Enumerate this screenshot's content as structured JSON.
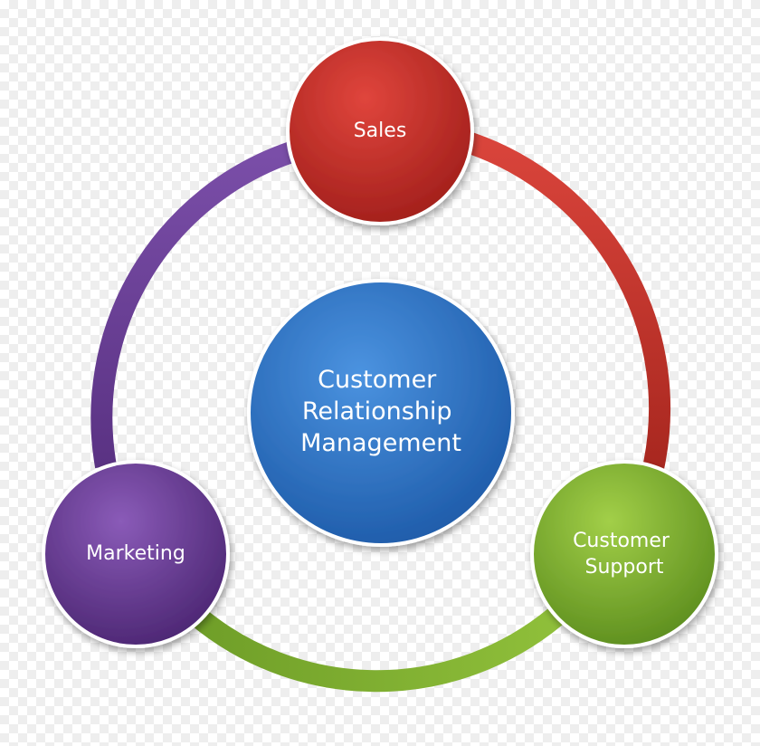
{
  "diagram": {
    "center": {
      "lines": [
        "Customer",
        "Relationship",
        "Management"
      ],
      "color": "#2f6fbf"
    },
    "nodes": {
      "sales": {
        "label": "Sales",
        "color": "#c0392b"
      },
      "customer_support": {
        "lines": [
          "Customer",
          "Support"
        ],
        "color": "#7aa82f"
      },
      "marketing": {
        "label": "Marketing",
        "color": "#6a3d8f"
      }
    },
    "arc_colors": {
      "sales_to_support": "#c0392b",
      "support_to_marketing": "#7aa82f",
      "marketing_to_sales": "#6a3d8f"
    }
  }
}
